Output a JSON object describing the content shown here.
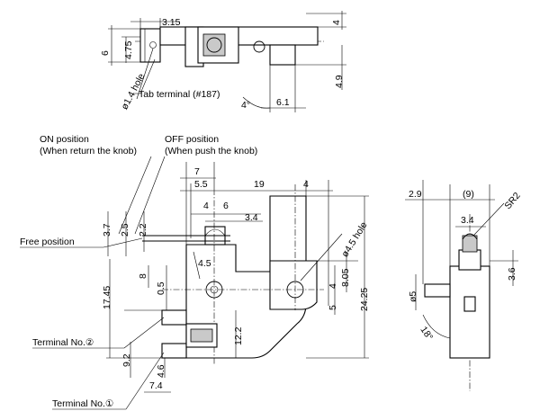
{
  "top_view": {
    "dims": {
      "d_3_15": "3.15",
      "d_4_top": "4",
      "d_6": "6",
      "d_4_75": "4.75",
      "d_4_9": "4.9",
      "d_6_1": "6.1",
      "d_4deg": "4°",
      "d_phi1_4": "ø1.4 hole"
    },
    "tab_terminal": "Tab terminal (#187)"
  },
  "front_view": {
    "on_position_title": "ON position",
    "on_position_sub": "(When return the knob)",
    "off_position_title": "OFF position",
    "off_position_sub": "(When push the knob)",
    "free_position": "Free position",
    "terminal_2": "Terminal No.②",
    "terminal_1": "Terminal No.①",
    "dims": {
      "d_7": "7",
      "d_5_5": "5.5",
      "d_19": "19",
      "d_4_a": "4",
      "d_4_b": "4",
      "d_6": "6",
      "d_3_4": "3.4",
      "d_phi4_5": "ø4.5 hole",
      "d_3_7": "3.7",
      "d_2_5": "2.5",
      "d_2_2": "2.2",
      "d_4_5": "4.5",
      "d_8": "8",
      "d_0_5": "0.5",
      "d_17_45": "17.45",
      "d_8_05": "8.05",
      "d_4_c": "4",
      "d_5": "5",
      "d_24_25": "24.25",
      "d_12_2": "12.2",
      "d_9_2": "9.2",
      "d_4_6": "4.6",
      "d_7_4": "7.4"
    }
  },
  "side_view": {
    "dims": {
      "d_2_9": "2.9",
      "d_9": "(9)",
      "d_sr2": "SR2",
      "d_3_4": "3.4",
      "d_3_6": "3.6",
      "d_phi5": "ø5",
      "d_18deg": "18°"
    }
  }
}
